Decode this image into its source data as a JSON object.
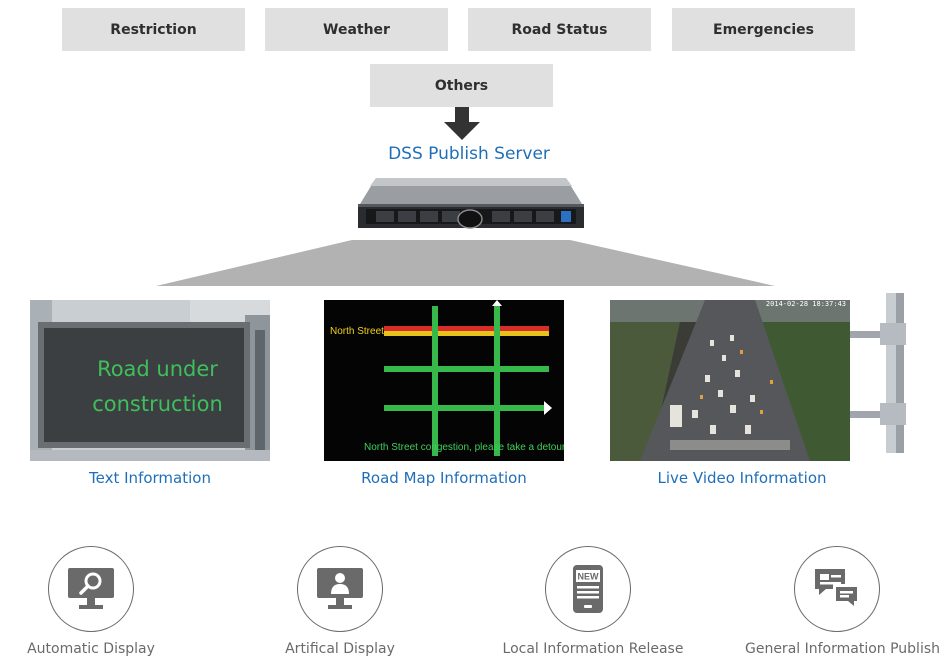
{
  "sources": [
    {
      "label": "Restriction"
    },
    {
      "label": "Weather"
    },
    {
      "label": "Road Status"
    },
    {
      "label": "Emergencies"
    },
    {
      "label": "Others"
    }
  ],
  "server": {
    "title": "DSS Publish Server"
  },
  "panels": [
    {
      "caption": "Text Information",
      "sign_line1": "Road under",
      "sign_line2": "construction"
    },
    {
      "caption": "Road Map Information",
      "street_label": "North Street",
      "message": "North Street congestion, please take a detour."
    },
    {
      "caption": "Live Video Information",
      "timestamp": "2014-02-28 18:37:43"
    }
  ],
  "features": [
    {
      "label": "Automatic Display",
      "icon": "monitor-search-icon"
    },
    {
      "label": "Artifical Display",
      "icon": "monitor-user-icon"
    },
    {
      "label": "Local Information Release",
      "icon": "phone-new-icon",
      "badge": "NEW"
    },
    {
      "label": "General Information Publish",
      "icon": "chat-bubbles-icon"
    }
  ],
  "colors": {
    "accent": "#1f6fb8",
    "source_box": "#e0e0e0",
    "icon": "#6a6a6a"
  }
}
